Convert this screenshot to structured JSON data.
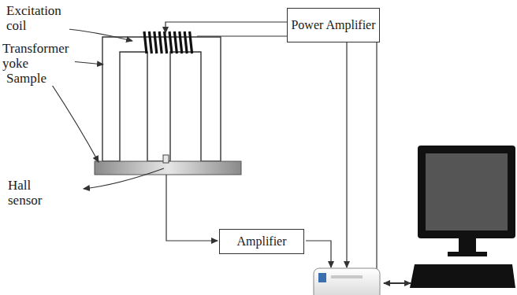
{
  "diagram": {
    "nodes": [
      {
        "text": [
          "Power Amplifier"
        ]
      },
      {
        "text": [
          "Amplifier"
        ]
      }
    ],
    "labels": [
      "Excitation coil",
      "Transformer yoke",
      "Sample",
      "Hall sensor"
    ]
  }
}
